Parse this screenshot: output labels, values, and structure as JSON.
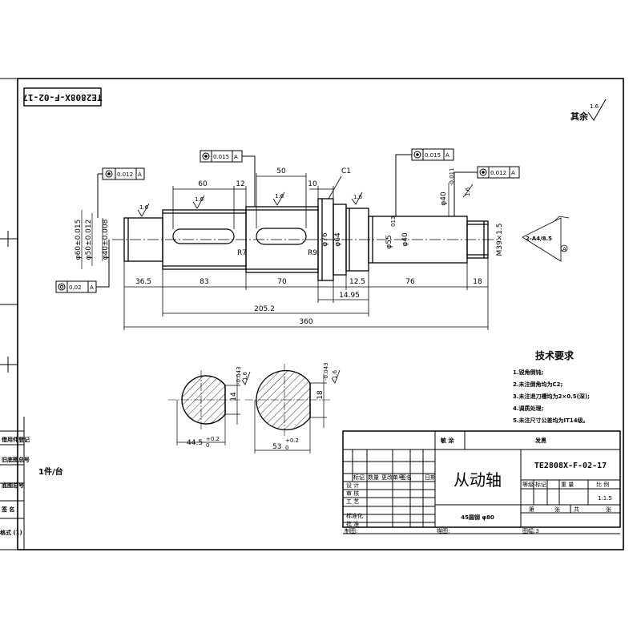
{
  "drawing": {
    "number": "TE2808X-F-02-17",
    "number_rotated": "TE2808X-F-02-17",
    "part_name": "从动轴",
    "material": "45圆钢 φ80",
    "scale": "1:1.5",
    "quantity_note": "1件/台",
    "rest_roughness_label": "其余",
    "rest_roughness_value": "1.6",
    "sheet_info": "图幅:3",
    "draw_label": "制图:",
    "trace_label": "描图:"
  },
  "title_block": {
    "top_left": "敏  涂",
    "top_right": "发黑",
    "rev_headers": [
      "标记",
      "数量",
      "更改单号",
      "签名",
      "日期"
    ],
    "row_labels": [
      "设  计",
      "审  核",
      "工  艺",
      "标准化",
      "批  准"
    ],
    "right_headers": [
      "等级",
      "标记",
      "重  量",
      "比  例"
    ],
    "sheet_labels": [
      "第",
      "张",
      "共",
      "张"
    ]
  },
  "left_strip": [
    "借用件登记",
    "旧底图总号",
    "底图总号",
    "签  名",
    "格式 (1)"
  ],
  "dimensions": {
    "total_length": "360",
    "length_205": "205.2",
    "seg_36": "36.5",
    "seg_83": "83",
    "seg_70": "70",
    "seg_12_5": "12.5",
    "seg_76": "76",
    "seg_18": "18",
    "seg_14_95": "14.95",
    "key_60": "60",
    "key_12": "12",
    "key_50": "50",
    "len_10": "10",
    "chamfer_c1": "C1",
    "dia_60": "φ60±0.015",
    "dia_50": "φ50±0.012",
    "dia_40": "φ40±0.008",
    "dia_76": "φ76",
    "dia_64": "φ64",
    "dia_55": "φ55",
    "dia_40b": "φ40",
    "dia_40_right": "φ40",
    "thread": "M39×1.5",
    "r7": "R7",
    "r9": "R9",
    "roughness": "1.6",
    "center_hole": "2-A4/8.5",
    "datum": "A",
    "gdt_012_left": "0.012",
    "gdt_015_left": "0.015",
    "gdt_015_right": "0.015",
    "gdt_012_right": "0.012",
    "gdt_coax": "0.02",
    "sec1_width": "44.5",
    "sec1_key": "14",
    "sec2_width": "53",
    "sec2_key": "18",
    "tol_plus_02": "+0.2",
    "tol_zero": "0",
    "tol_minus_043": "-0.043",
    "tol_minus_011": "-0.011",
    "tol_013": "013"
  },
  "tech_req": {
    "title": "技术要求",
    "items": [
      "1.锐角倒钝;",
      "2.未注倒角均为C2;",
      "3.未注退刀槽均为2×0.5(深);",
      "4.调质处理;",
      "5.未注尺寸公差均为IT14级。"
    ]
  }
}
